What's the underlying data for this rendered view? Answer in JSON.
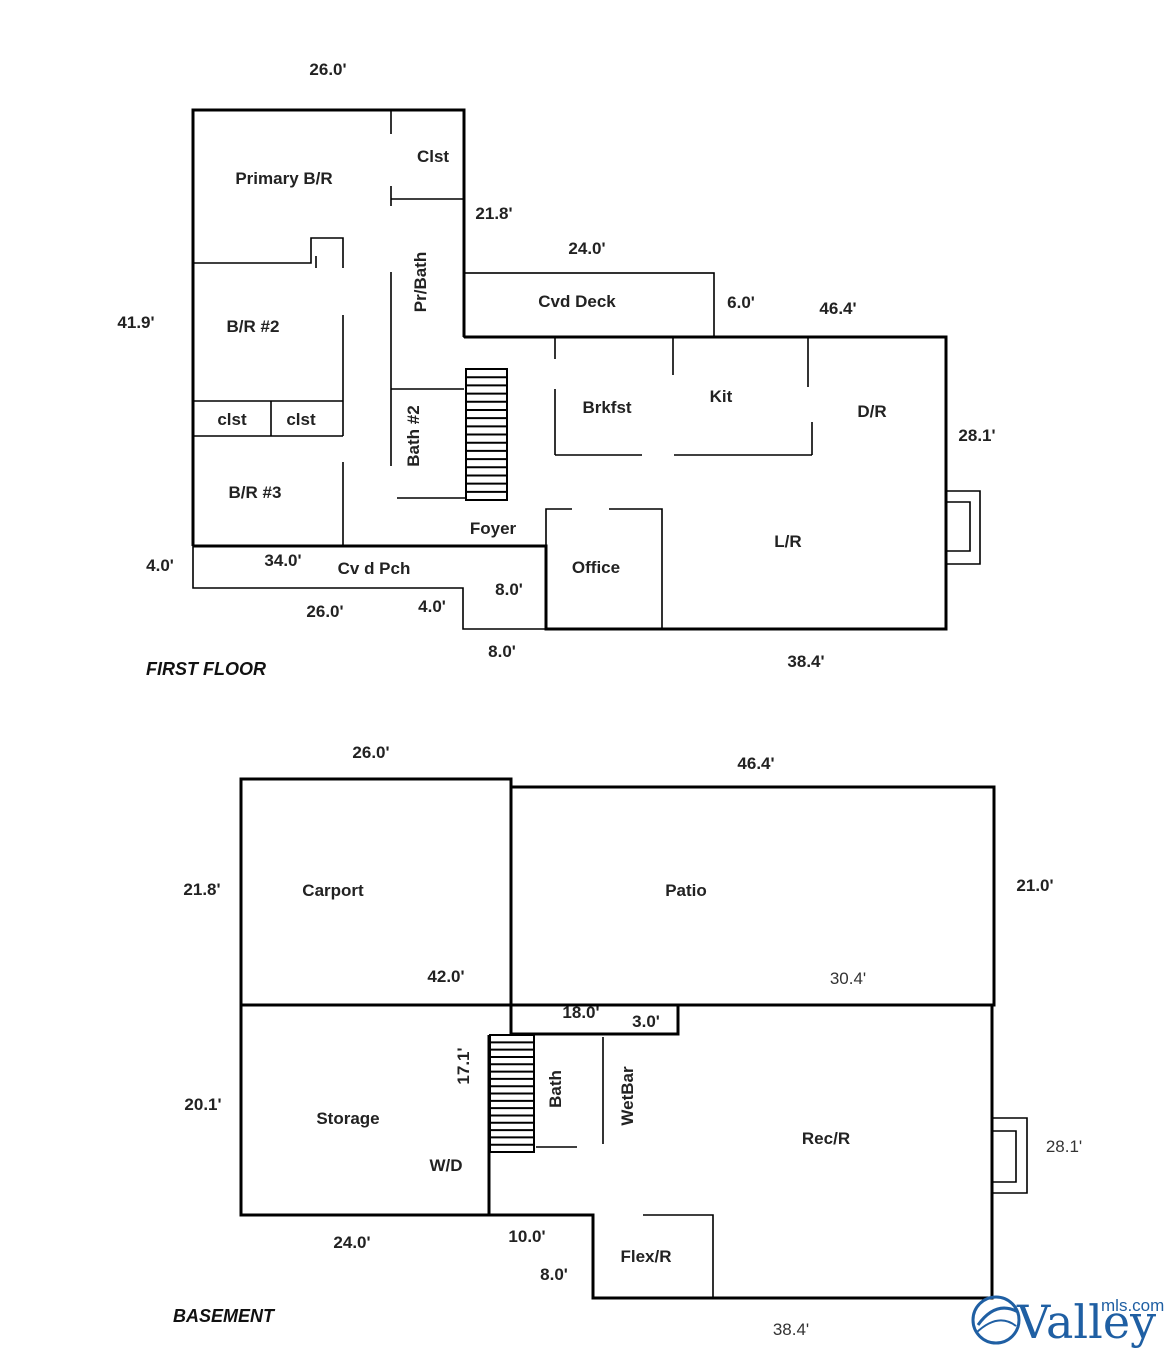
{
  "first_floor": {
    "title": "FIRST FLOOR",
    "rooms": {
      "primary_br": "Primary B/R",
      "clst": "Clst",
      "pr_bath": "Pr/Bath",
      "br2": "B/R #2",
      "clst_a": "clst",
      "clst_b": "clst",
      "br3": "B/R #3",
      "bath2": "Bath #2",
      "cvd_deck": "Cvd Deck",
      "brkfst": "Brkfst",
      "kit": "Kit",
      "dr": "D/R",
      "foyer": "Foyer",
      "cvd_pch": "Cv d Pch",
      "office": "Office",
      "lr": "L/R"
    },
    "dims": {
      "top": "26.0'",
      "clst_right": "21.8'",
      "deck_top": "24.0'",
      "deck_right": "6.0'",
      "main_top": "46.4'",
      "left": "41.9'",
      "right": "28.1'",
      "porch_left": "4.0'",
      "porch_top": "34.0'",
      "porch_bottom": "26.0'",
      "step_left": "4.0'",
      "step_right": "8.0'",
      "step_bottom": "8.0'",
      "main_bottom": "38.4'"
    }
  },
  "basement": {
    "title": "BASEMENT",
    "rooms": {
      "carport": "Carport",
      "patio": "Patio",
      "storage": "Storage",
      "wd": "W/D",
      "bath": "Bath",
      "wetbar": "WetBar",
      "recr": "Rec/R",
      "flexr": "Flex/R"
    },
    "dims": {
      "carport_top": "26.0'",
      "patio_top": "46.4'",
      "carport_left": "21.8'",
      "patio_right": "21.0'",
      "carport_inner": "42.0'",
      "patio_inner": "30.4'",
      "notch_top": "18.0'",
      "notch_right": "3.0'",
      "stair_left": "17.1'",
      "storage_left": "20.1'",
      "right": "28.1'",
      "storage_bottom": "24.0'",
      "step_top": "10.0'",
      "step_left": "8.0'",
      "bottom": "38.4'"
    }
  },
  "logo": {
    "brand": "Valley",
    "domain": "mls.com",
    "color": "#1f5fa3"
  }
}
